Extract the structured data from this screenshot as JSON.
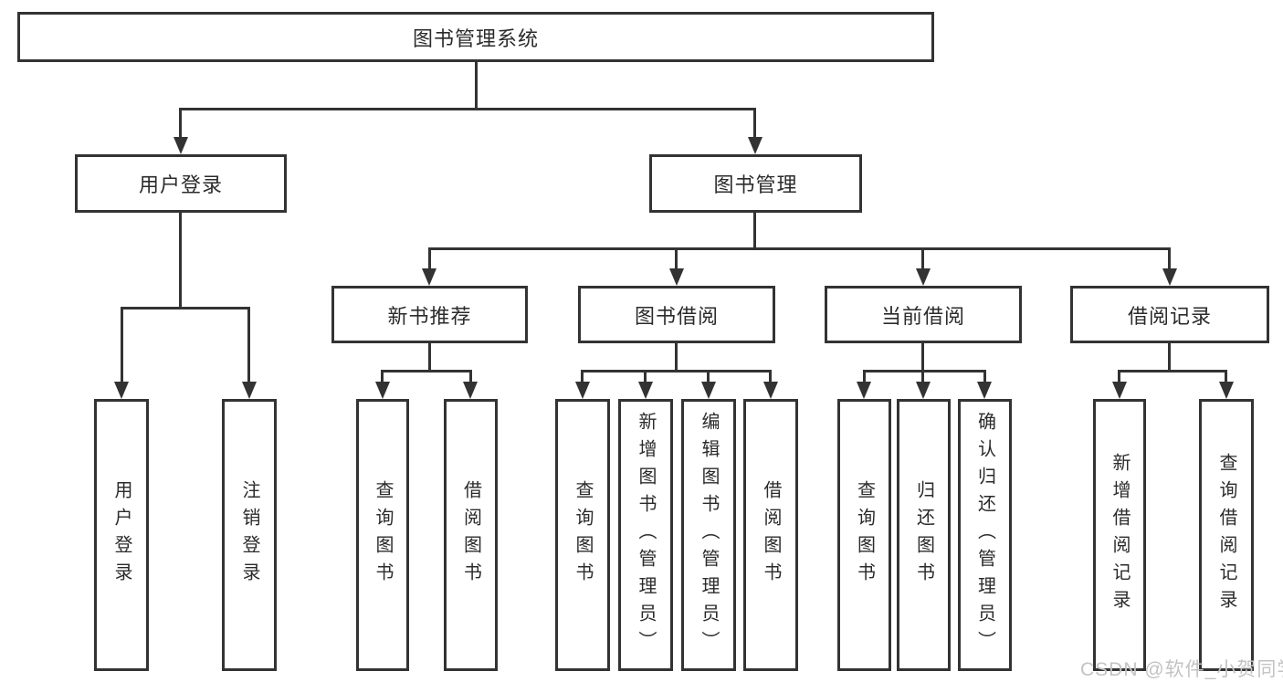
{
  "tree": {
    "root": {
      "label": "图书管理系统",
      "children": [
        {
          "label": "用户登录",
          "children": [
            {
              "label": "用户登录"
            },
            {
              "label": "注销登录"
            }
          ]
        },
        {
          "label": "图书管理",
          "children": [
            {
              "label": "新书推荐",
              "children": [
                {
                  "label": "查询图书"
                },
                {
                  "label": "借阅图书"
                }
              ]
            },
            {
              "label": "图书借阅",
              "children": [
                {
                  "label": "查询图书"
                },
                {
                  "label": "新增图书（管理员）"
                },
                {
                  "label": "编辑图书（管理员）"
                },
                {
                  "label": "借阅图书"
                }
              ]
            },
            {
              "label": "当前借阅",
              "children": [
                {
                  "label": "查询图书"
                },
                {
                  "label": "归还图书"
                },
                {
                  "label": "确认归还（管理员）"
                }
              ]
            },
            {
              "label": "借阅记录",
              "children": [
                {
                  "label": "新增借阅记录"
                },
                {
                  "label": "查询借阅记录"
                }
              ]
            }
          ]
        }
      ]
    }
  },
  "watermark": {
    "text": "CSDN @软件_小贺同学"
  },
  "colors": {
    "line": "#333333",
    "text": "#2b2b2b",
    "background": "#ffffff",
    "watermark": "#c5c2c2"
  }
}
